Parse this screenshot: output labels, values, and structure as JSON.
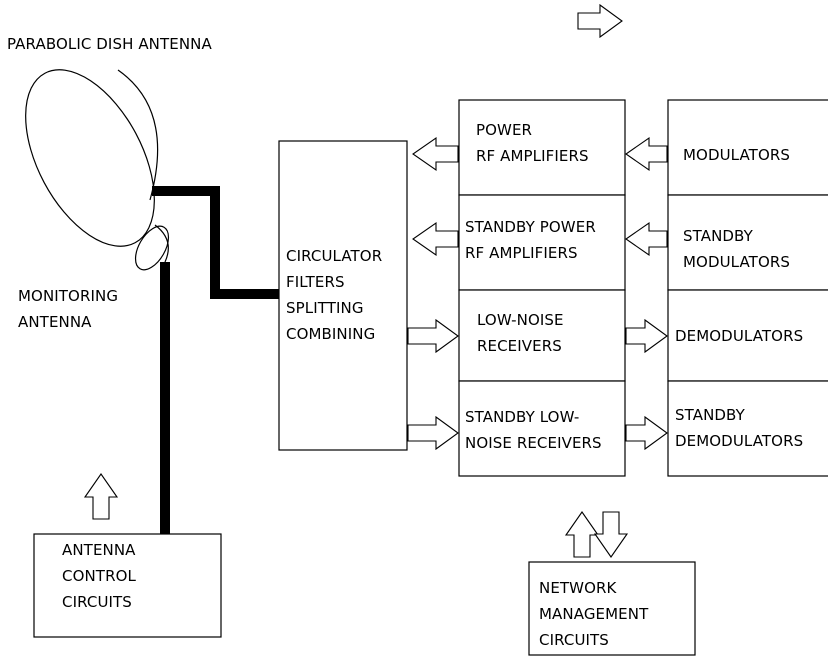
{
  "title": "PARABOLIC DISH ANTENNA",
  "monitoring_antenna": [
    "MONITORING",
    "ANTENNA"
  ],
  "circulator": [
    "CIRCULATOR",
    "FILTERS",
    "SPLITTING",
    "COMBINING"
  ],
  "power_rf_amplifiers": [
    "POWER",
    "RF AMPLIFIERS"
  ],
  "standby_power_rf_amplifiers": [
    "STANDBY POWER",
    "RF AMPLIFIERS"
  ],
  "low_noise_receivers": [
    "LOW-NOISE",
    "RECEIVERS"
  ],
  "standby_low_noise_receivers": [
    "STANDBY LOW-",
    "NOISE RECEIVERS"
  ],
  "modulators": [
    "MODULATORS"
  ],
  "standby_modulators": [
    "STANDBY",
    "MODULATORS"
  ],
  "demodulators": [
    "DEMODULATORS"
  ],
  "standby_demodulators": [
    "STANDBY",
    "DEMODULATORS"
  ],
  "antenna_control": [
    "ANTENNA",
    "CONTROL",
    "CIRCUITS"
  ],
  "network_management": [
    "NETWORK",
    "MANAGEMENT",
    "CIRCUITS"
  ]
}
